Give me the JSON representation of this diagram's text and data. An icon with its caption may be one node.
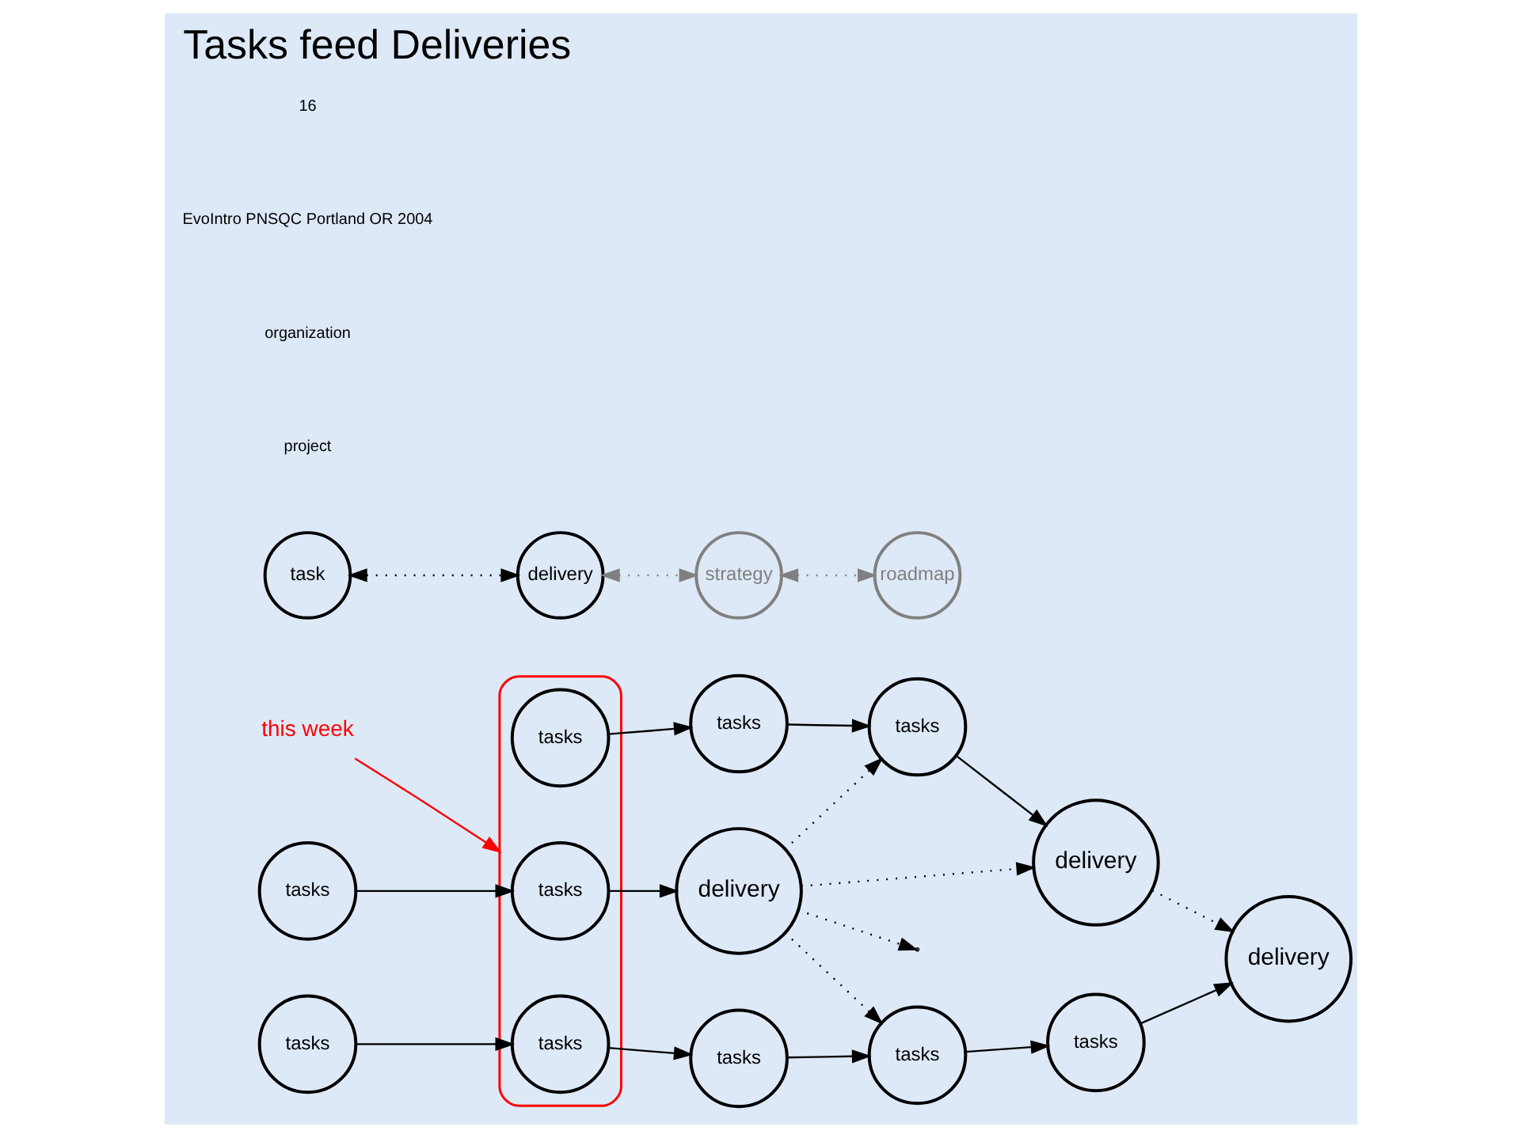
{
  "diagram": {
    "title": "Tasks feed Deliveries",
    "nodes": [
      {
        "text": [
          "this week"
        ]
      },
      {
        "text": [],
        "shape": "oval"
      },
      {
        "text": [
          "tasks"
        ]
      },
      {
        "text": [
          "tasks"
        ],
        "in": 1
      },
      {
        "text": [
          "delivery"
        ]
      },
      {
        "text": [
          "task"
        ]
      },
      {
        "text": [
          "delivery"
        ]
      },
      {
        "text": [
          "strategy"
        ]
      },
      {
        "text": [
          "roadmap"
        ]
      },
      {
        "text": [
          "tasks"
        ],
        "in": 1
      },
      {
        "text": [
          "tasks"
        ]
      },
      {
        "text": [
          "tasks"
        ]
      },
      {
        "text": [
          "delivery"
        ]
      },
      {
        "text": [
          "tasks"
        ]
      },
      {
        "text": [
          "tasks"
        ],
        "in": 1
      },
      {
        "text": [
          "tasks"
        ]
      },
      {
        "text": [
          "tasks"
        ]
      },
      {
        "text": [
          "tasks"
        ]
      },
      {
        "text": [
          "delivery"
        ]
      }
    ],
    "edges": [
      {
        "from": 0,
        "to": 1,
        "arrow": "to",
        "color": "#ff0000"
      },
      {
        "from": 2,
        "to": 3,
        "arrow": "to"
      },
      {
        "from": 3,
        "to": 4,
        "arrow": "to"
      },
      {
        "from": 5,
        "to": 6,
        "arrow": "both",
        "style": "dashed"
      },
      {
        "from": 6,
        "to": 7,
        "arrow": "both",
        "style": "dashed",
        "color": "#808080"
      },
      {
        "from": 7,
        "to": 8,
        "arrow": "both",
        "style": "dashed",
        "color": "#808080"
      },
      {
        "from": 9,
        "to": 10,
        "arrow": "to"
      },
      {
        "from": 10,
        "to": 11,
        "arrow": "to"
      },
      {
        "from": 11,
        "to": 12,
        "arrow": "to"
      },
      {
        "from": 13,
        "to": 14,
        "arrow": "to"
      },
      {
        "from": 14,
        "to": 15,
        "arrow": "to"
      },
      {
        "from": 15,
        "to": 16,
        "arrow": "to"
      },
      {
        "from": 16,
        "to": 17,
        "arrow": "to"
      },
      {
        "from": 17,
        "to": 18,
        "arrow": "to"
      },
      {
        "from": 4,
        "to": 11,
        "arrow": "to",
        "style": "dashed"
      },
      {
        "from": 4,
        "to": 12,
        "arrow": "to",
        "style": "dashed"
      },
      {
        "from": 4,
        "to": 16,
        "arrow": "to",
        "style": "dashed"
      },
      {
        "from": 4,
        "to": null,
        "arrow": "to",
        "style": "dashed"
      },
      {
        "from": 12,
        "to": 18,
        "arrow": "to",
        "style": "dashed"
      }
    ],
    "labels": [
      "project",
      "organization",
      "EvoIntro PNSQC Portland OR 2004",
      "16"
    ]
  }
}
